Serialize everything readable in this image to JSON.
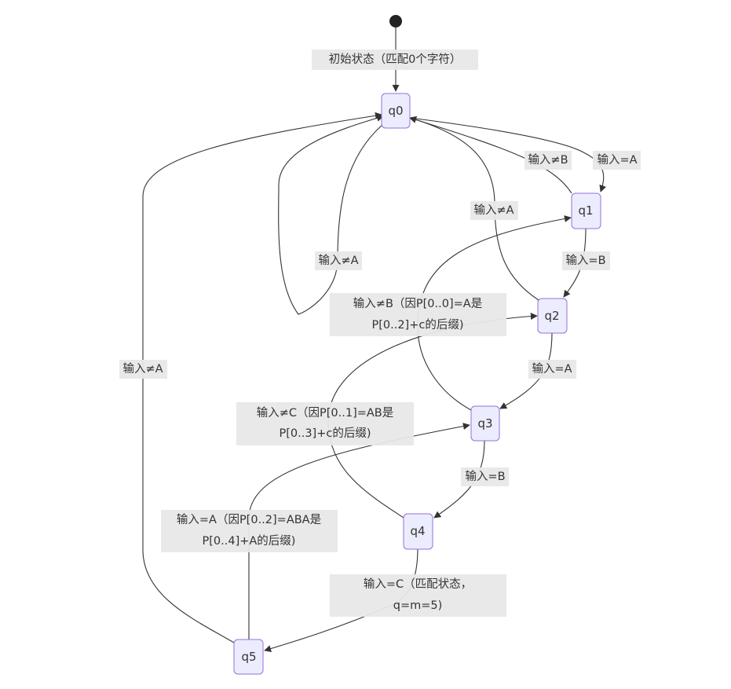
{
  "diagram": {
    "states": {
      "q0": "q0",
      "q1": "q1",
      "q2": "q2",
      "q3": "q3",
      "q4": "q4",
      "q5": "q5"
    },
    "labels": {
      "start": "初始状态（匹配0个字符）",
      "q0_self": "输入≠A",
      "q1_to_q0": "输入≠B",
      "q0_to_q1": "输入=A",
      "q2_to_q0": "输入≠A",
      "q1_to_q2": "输入=B",
      "q3_to_q1_line1": "输入≠B（因P[0..0]=A是",
      "q3_to_q1_line2": "P[0..2]+c的后缀)",
      "q2_to_q3": "输入=A",
      "q4_to_q2_line1": "输入≠C（因P[0..1]=AB是",
      "q4_to_q2_line2": "P[0..3]+c的后缀)",
      "q3_to_q4": "输入=B",
      "q5_to_q3_line1": "输入=A（因P[0..2]=ABA是",
      "q5_to_q3_line2": "P[0..4]+A的后缀)",
      "q4_to_q5_line1": "输入=C（匹配状态，",
      "q4_to_q5_line2": "q=m=5)",
      "q5_to_q0": "输入≠A"
    }
  }
}
